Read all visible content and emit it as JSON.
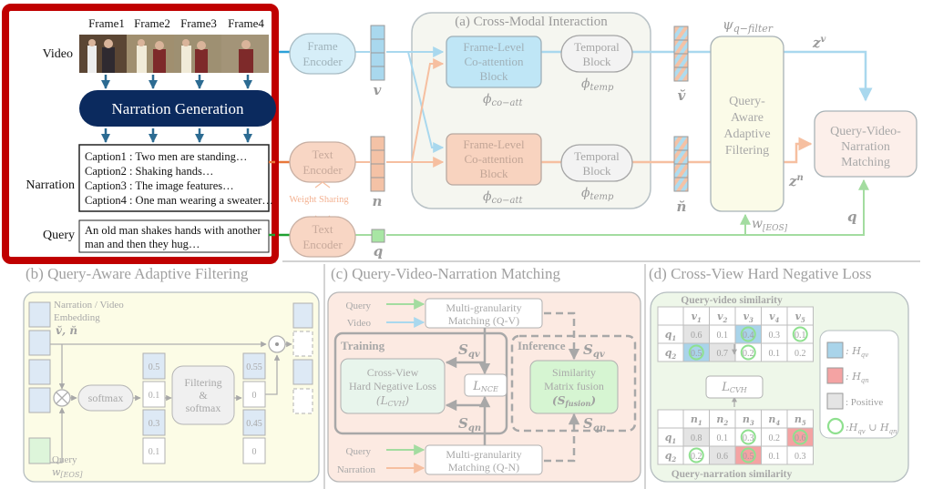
{
  "inset": {
    "frame_labels": [
      "Frame1",
      "Frame2",
      "Frame3",
      "Frame4"
    ],
    "row_labels": {
      "video": "Video",
      "narration": "Narration",
      "query": "Query"
    },
    "generator_label": "Narration Generation",
    "captions": [
      "Caption1 : Two men are standing…",
      "Caption2 : Shaking hands…",
      "Caption3 : The image features…",
      "Caption4 : One man wearing a sweater…"
    ],
    "query_text": [
      "An old man shakes hands with another",
      "man and then they hug…"
    ],
    "highlight_color": "#C00000",
    "generator_color": "#0B2A5E"
  },
  "encoders": {
    "frame_encoder": [
      "Frame",
      "Encoder"
    ],
    "text_encoder": [
      "Text",
      "Encoder"
    ],
    "weight_sharing": "Weight Sharing",
    "v_label": "v",
    "n_label": "n",
    "q_label": "q"
  },
  "panel_a": {
    "title": "(a) Cross-Modal Interaction",
    "coatt_block": [
      "Frame-Level",
      "Co-attention",
      "Block"
    ],
    "temporal_block": [
      "Temporal",
      "Block"
    ],
    "phi_coatt": "ϕ",
    "phi_coatt_sub": "co−att",
    "phi_temp": "ϕ",
    "phi_temp_sub": "temp",
    "v_tilde": "v̆",
    "n_tilde": "n̆"
  },
  "filter": {
    "psi": "ψ",
    "psi_sub": "q−filter",
    "label": [
      "Query-",
      "Aware",
      "Adaptive",
      "Filtering"
    ],
    "zv": "z",
    "zv_sup": "v",
    "zn": "z",
    "zn_sup": "n",
    "w_eos": "w",
    "w_eos_sub": "[EOS]",
    "q_label": "q"
  },
  "matching_box": [
    "Query-Video-",
    "Narration",
    "Matching"
  ],
  "panel_b": {
    "title": "(b) Query-Aware Adaptive Filtering",
    "embedding_label": [
      "Narration / Video",
      "Embedding"
    ],
    "embedding_symbols": "v̆, n̆",
    "softmax": "softmax",
    "filtering": [
      "Filtering",
      "&",
      "softmax"
    ],
    "weights_before": [
      "0.5",
      "0.1",
      "0.3",
      "0.1"
    ],
    "weights_after": [
      "0.55",
      "0",
      "0.45",
      "0"
    ],
    "query_label": "Query",
    "w_eos": "w",
    "w_eos_sub": "[EOS]"
  },
  "panel_c": {
    "title": "(c) Query-Video-Narration Matching",
    "inputs_top": [
      "Query",
      "Video"
    ],
    "inputs_bottom": [
      "Query",
      "Narration"
    ],
    "mg_qv": [
      "Multi-granularity",
      "Matching (Q-V)"
    ],
    "mg_qn": [
      "Multi-granularity",
      "Matching (Q-N)"
    ],
    "training": "Training",
    "inference": "Inference",
    "cvh_box": [
      "Cross-View",
      "Hard Negative Loss"
    ],
    "cvh_sym": "L",
    "cvh_sub": "CVH",
    "nce": "L",
    "nce_sub": "NCE",
    "fusion_box": [
      "Similarity",
      "Matrix fusion"
    ],
    "fusion_sym": "S",
    "fusion_sub": "fusion",
    "s": "S",
    "sqv_sub": "qv",
    "sqn_sub": "qn"
  },
  "panel_d": {
    "title": "(d) Cross-View Hard Negative Loss",
    "qv_title": "Query-video similarity",
    "qn_title": "Query-narration similarity",
    "qv_cols": [
      "v",
      "v",
      "v",
      "v",
      "v"
    ],
    "qn_cols": [
      "n",
      "n",
      "n",
      "n",
      "n"
    ],
    "col_subs": [
      "1",
      "2",
      "3",
      "4",
      "5"
    ],
    "rows": [
      "q",
      "q"
    ],
    "row_subs": [
      "1",
      "2"
    ],
    "qv_values": [
      [
        "0.6",
        "0.1",
        "0.4",
        "0.3",
        "0.1"
      ],
      [
        "0.5",
        "0.7",
        "0.2",
        "0.1",
        "0.2"
      ]
    ],
    "qn_values": [
      [
        "0.8",
        "0.1",
        "0.3",
        "0.2",
        "0.6"
      ],
      [
        "0.2",
        "0.6",
        "0.5",
        "0.1",
        "0.3"
      ]
    ],
    "qv_cell_types": [
      [
        "pos",
        "",
        "hqv",
        "",
        ""
      ],
      [
        "hqv",
        "pos",
        "",
        "",
        ""
      ]
    ],
    "qv_circles": [
      [
        false,
        false,
        true,
        false,
        true
      ],
      [
        true,
        false,
        true,
        false,
        false
      ]
    ],
    "qn_cell_types": [
      [
        "pos",
        "",
        "",
        "",
        "hqn"
      ],
      [
        "",
        "pos",
        "hqn",
        "",
        ""
      ]
    ],
    "qn_circles": [
      [
        false,
        false,
        true,
        false,
        true
      ],
      [
        true,
        false,
        true,
        false,
        false
      ]
    ],
    "lcvh": "L",
    "lcvh_sub": "CVH",
    "legend": [
      {
        "key": "hqv",
        "label": ": H",
        "sub": "qv"
      },
      {
        "key": "hqn",
        "label": ": H",
        "sub": "qn"
      },
      {
        "key": "pos",
        "label": ": Positive",
        "sub": ""
      },
      {
        "key": "union",
        "label": ":H",
        "sub": "qv",
        "extra": " ∪ H",
        "sub2": "qn"
      }
    ],
    "colors": {
      "hqv": "#A9D4EA",
      "hqn": "#F4A3A3",
      "pos": "#E4E4E4",
      "circle": "#8FE08F"
    }
  }
}
